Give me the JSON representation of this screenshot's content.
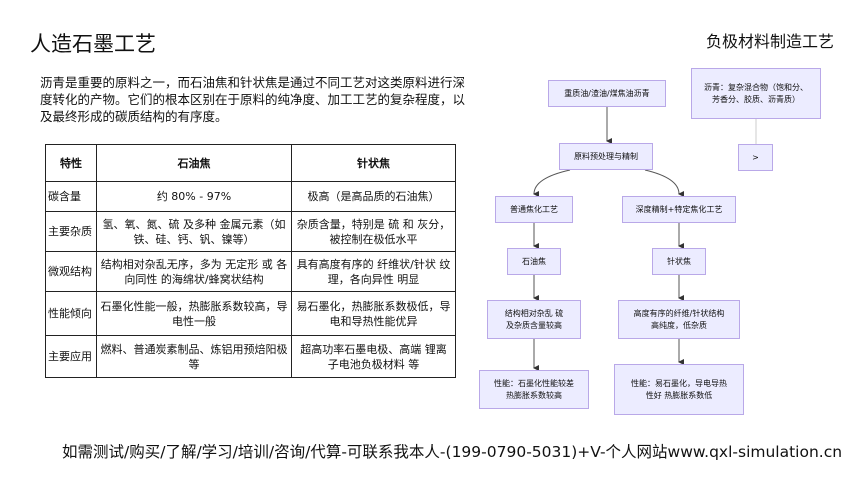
{
  "title": "人造石墨工艺",
  "subtitle": "负极材料制造工艺",
  "intro": "沥青是重要的原料之一，而石油焦和针状焦是通过不同工艺对这类原料进行深度转化的产物。它们的根本区别在于原料的纯净度、加工工艺的复杂程度，以及最终形成的碳质结构的有序度。",
  "table": {
    "headers": [
      "特性",
      "石油焦",
      "针状焦"
    ],
    "rows": [
      [
        "碳含量",
        "约 80% - 97%",
        "极高（是高品质的石油焦）"
      ],
      [
        "主要杂质",
        "氢、氧、氮、硫 及多种 金属元素（如铁、硅、钙、钒、镍等）",
        "杂质含量，特别是 硫 和 灰分，被控制在极低水平"
      ],
      [
        "微观结构",
        "结构相对杂乱无序，多为 无定形 或 各向同性 的海绵状/蜂窝状结构",
        "具有高度有序的 纤维状/针状 纹理，各向异性 明显"
      ],
      [
        "性能倾向",
        "石墨化性能一般，热膨胀系数较高，导电性一般",
        "易石墨化，热膨胀系数极低，导电和导热性能优异"
      ],
      [
        "主要应用",
        "燃料、普通炭素制品、炼铝用预焙阳极等",
        "超高功率石墨电极、高端 锂离子电池负极材料 等"
      ]
    ]
  },
  "flow": {
    "raw": "重质油/渣油/煤焦油沥青",
    "pre": "原料预处理与精制",
    "pitch": "沥青：复杂混合物（饱和分、芳香分、胶质、沥青质）",
    "gt": ">",
    "common": "普通焦化工艺",
    "deep": "深度精制+特定焦化工艺",
    "petcoke": "石油焦",
    "needle": "针状焦",
    "s1": "结构相对杂乱 硫及杂质含量较高",
    "s2": "高度有序的纤维/针状结构 高纯度，低杂质",
    "p1": "性能：石墨化性能较差 热膨胀系数较高",
    "p2": "性能：易石墨化，导电导热性好 热膨胀系数低"
  },
  "footer": "如需测试/购买/了解/学习/培训/咨询/代算-可联系我本人-(199-0790-5031)+V-个人网站www.qxl-simulation.cn"
}
